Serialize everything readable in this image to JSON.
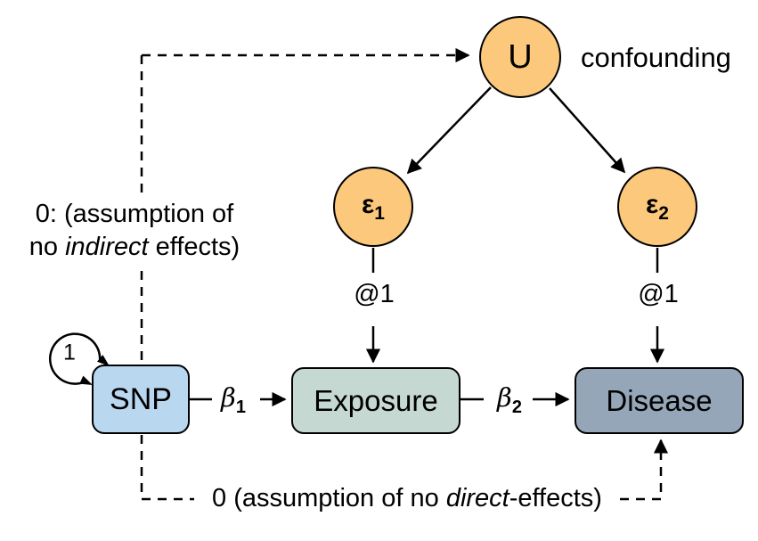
{
  "diagram": {
    "nodes": {
      "u": {
        "label": "U"
      },
      "eps1": {
        "base": "ε",
        "sub": "1"
      },
      "eps2": {
        "base": "ε",
        "sub": "2"
      },
      "snp": {
        "label": "SNP"
      },
      "exposure": {
        "label": "Exposure"
      },
      "disease": {
        "label": "Disease"
      }
    },
    "edge_labels": {
      "confounding": "confounding",
      "eps1_loading": "@1",
      "eps2_loading": "@1",
      "beta1": {
        "base": "β",
        "sub": "1"
      },
      "beta2": {
        "base": "β",
        "sub": "2"
      },
      "snp_variance": "1"
    },
    "annotations": {
      "no_indirect": {
        "line1": "0: (assumption of",
        "line2_pre": "no ",
        "line2_italic": "indirect",
        "line2_post": " effects)"
      },
      "no_direct": {
        "pre": "0 (assumption of no ",
        "italic": "direct",
        "post": "-effects)"
      }
    },
    "colors": {
      "latent_circle_fill": "#FCC87C",
      "snp_fill": "#BAD7F0",
      "exposure_fill": "#C5D8D1",
      "disease_fill": "#94A6B8",
      "stroke": "#000000",
      "background": "#FFFFFF"
    }
  }
}
